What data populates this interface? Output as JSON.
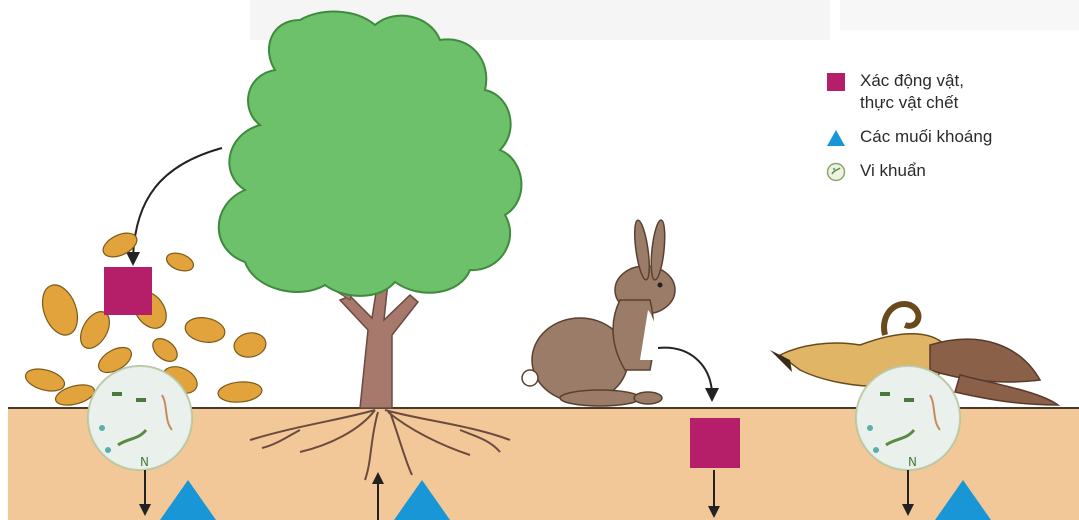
{
  "legend": {
    "items": [
      {
        "symbol": "magenta-square-icon",
        "label": "Xác động vật,\nthực vật chết",
        "color": "#b51f6a"
      },
      {
        "symbol": "blue-triangle-icon",
        "label": "Các muối khoáng",
        "color": "#1996d6"
      },
      {
        "symbol": "bacteria-circle-icon",
        "label": "Vi khuẩn",
        "color": "#8aa86a"
      }
    ]
  },
  "colors": {
    "soil": "#f2c898",
    "soil_line": "#4a3a2a",
    "tree_canopy": "#6cc16a",
    "trunk": "#a7786c",
    "rabbit": "#9a7c68",
    "dead_matter": "#b51f6a",
    "minerals": "#1996d6",
    "leaves": "#e2a33c",
    "bird": "#e0b565"
  }
}
